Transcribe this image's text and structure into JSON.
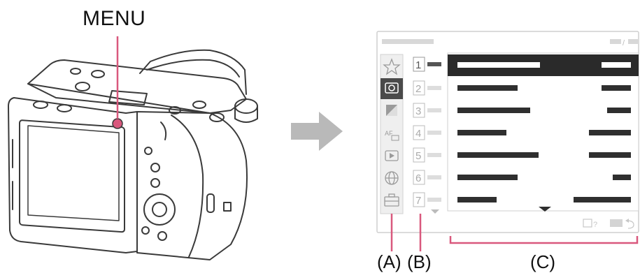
{
  "callout": {
    "menu_label": "MENU"
  },
  "arrow": {
    "icon": "right-arrow-icon",
    "color": "#b9b9b9"
  },
  "screen": {
    "category_icons": [
      "star-icon",
      "camera-settings-icon",
      "exposure-icon",
      "af-icon",
      "playback-icon",
      "network-icon",
      "toolbox-icon"
    ],
    "page_numbers": [
      "1",
      "2",
      "3",
      "4",
      "5",
      "6",
      "7"
    ],
    "selected_row": 1,
    "colors": {
      "selected_row": "#2a2a2a",
      "text_bar": "#2f2f2f",
      "selected_text_bar": "#ffffff",
      "outline": "#cfcfcf",
      "sidebar": "#efefef"
    }
  },
  "callouts": {
    "a": "(A)",
    "b": "(B)",
    "c": "(C)"
  },
  "accent_color": "#d9587d"
}
